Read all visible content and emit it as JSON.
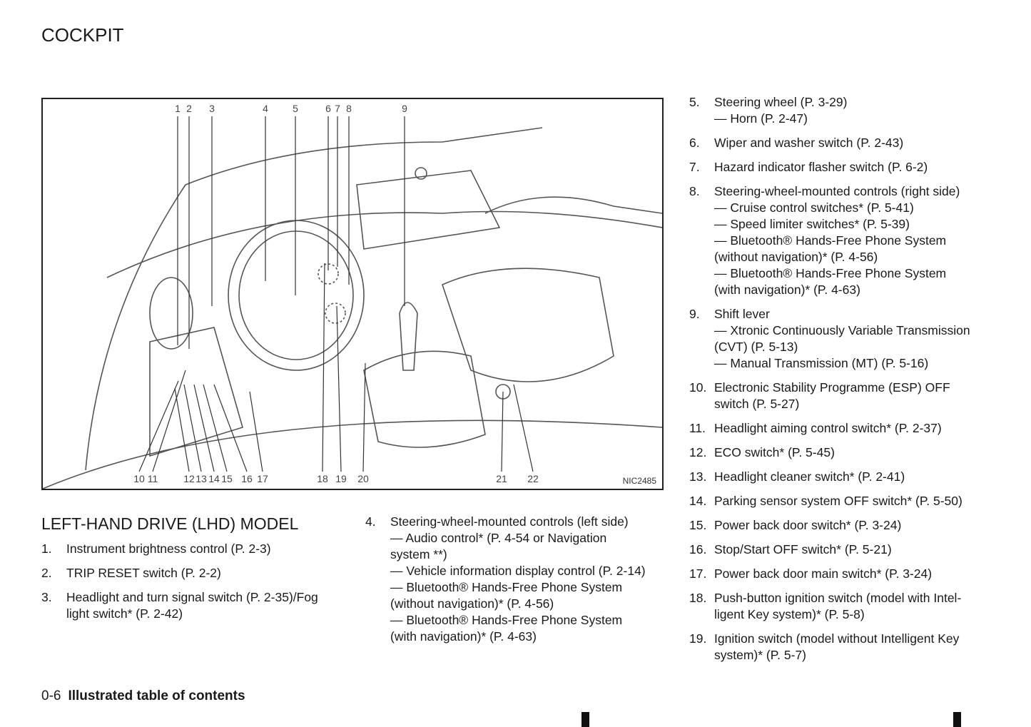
{
  "header": {
    "title": "COCKPIT"
  },
  "figure": {
    "code": "NIC2485",
    "top_labels": [
      "1",
      "2",
      "3",
      "4",
      "5",
      "6",
      "7",
      "8",
      "9"
    ],
    "bottom_labels": [
      "10",
      "11",
      "12",
      "13",
      "14",
      "15",
      "16",
      "17",
      "18",
      "19",
      "20",
      "21",
      "22"
    ]
  },
  "section_title": "LEFT-HAND DRIVE (LHD) MODEL",
  "col1": [
    {
      "n": "1.",
      "lines": [
        "Instrument brightness control (P. 2-3)"
      ]
    },
    {
      "n": "2.",
      "lines": [
        "TRIP RESET switch (P. 2-2)"
      ]
    },
    {
      "n": "3.",
      "lines": [
        "Headlight and turn signal switch (P. 2-35)/Fog",
        "light switch* (P. 2-42)"
      ]
    }
  ],
  "col2": [
    {
      "n": "4.",
      "lines": [
        "Steering-wheel-mounted controls (left side)",
        "— Audio control* (P. 4-54 or Navigation",
        "system **)",
        "— Vehicle information display control (P. 2-14)",
        "— Bluetooth® Hands-Free Phone System",
        "(without navigation)* (P. 4-56)",
        "— Bluetooth® Hands-Free Phone System",
        "(with navigation)* (P. 4-63)"
      ]
    }
  ],
  "col3": [
    {
      "n": "5.",
      "lines": [
        "Steering wheel (P. 3-29)",
        "— Horn (P. 2-47)"
      ]
    },
    {
      "n": "6.",
      "lines": [
        "Wiper and washer switch (P. 2-43)"
      ]
    },
    {
      "n": "7.",
      "lines": [
        "Hazard indicator flasher switch (P. 6-2)"
      ]
    },
    {
      "n": "8.",
      "lines": [
        "Steering-wheel-mounted controls (right side)",
        "— Cruise control switches* (P. 5-41)",
        "— Speed limiter switches* (P. 5-39)",
        "— Bluetooth® Hands-Free Phone System",
        "(without navigation)* (P. 4-56)",
        "— Bluetooth® Hands-Free Phone System",
        "(with navigation)* (P. 4-63)"
      ]
    },
    {
      "n": "9.",
      "lines": [
        "Shift lever",
        "— Xtronic Continuously Variable Transmission",
        "(CVT) (P. 5-13)",
        "— Manual Transmission (MT) (P. 5-16)"
      ]
    },
    {
      "n": "10.",
      "lines": [
        "Electronic Stability Programme (ESP) OFF",
        "switch (P. 5-27)"
      ]
    },
    {
      "n": "11.",
      "lines": [
        "Headlight aiming control switch* (P. 2-37)"
      ]
    },
    {
      "n": "12.",
      "lines": [
        "ECO switch* (P. 5-45)"
      ]
    },
    {
      "n": "13.",
      "lines": [
        "Headlight cleaner switch* (P. 2-41)"
      ]
    },
    {
      "n": "14.",
      "lines": [
        "Parking sensor system OFF switch* (P. 5-50)"
      ]
    },
    {
      "n": "15.",
      "lines": [
        "Power back door switch* (P. 3-24)"
      ]
    },
    {
      "n": "16.",
      "lines": [
        "Stop/Start OFF switch* (P. 5-21)"
      ]
    },
    {
      "n": "17.",
      "lines": [
        "Power back door main switch* (P. 3-24)"
      ]
    },
    {
      "n": "18.",
      "lines": [
        "Push-button ignition switch (model with Intel-",
        "ligent Key system)* (P. 5-8)"
      ]
    },
    {
      "n": "19.",
      "lines": [
        "Ignition switch (model without Intelligent Key",
        "system)* (P. 5-7)"
      ]
    }
  ],
  "footer": {
    "page": "0-6",
    "section": "Illustrated table of contents"
  }
}
